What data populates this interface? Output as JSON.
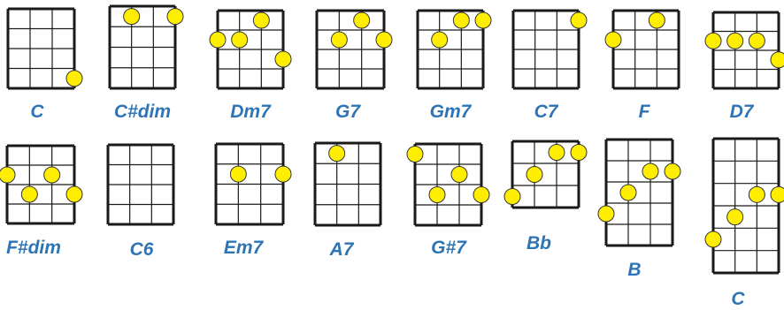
{
  "colors": {
    "grid": "#1a1a1a",
    "dot_fill": "#ffee00",
    "dot_stroke": "#333333",
    "name": "#2e74b5"
  },
  "strings": 4,
  "chords": [
    {
      "name": "C",
      "frets": 4,
      "dots": [
        [
          3,
          3
        ]
      ]
    },
    {
      "name": "C#dim",
      "frets": 4,
      "dots": [
        [
          1,
          0
        ],
        [
          3,
          0
        ]
      ]
    },
    {
      "name": "Dm7",
      "frets": 4,
      "dots": [
        [
          2,
          0
        ],
        [
          0,
          1
        ],
        [
          1,
          1
        ],
        [
          3,
          2
        ]
      ]
    },
    {
      "name": "G7",
      "frets": 4,
      "dots": [
        [
          2,
          0
        ],
        [
          1,
          1
        ],
        [
          3,
          1
        ]
      ]
    },
    {
      "name": "Gm7",
      "frets": 4,
      "dots": [
        [
          2,
          0
        ],
        [
          3,
          0
        ],
        [
          1,
          1
        ]
      ]
    },
    {
      "name": "C7",
      "frets": 4,
      "dots": [
        [
          3,
          0
        ]
      ]
    },
    {
      "name": "F",
      "frets": 4,
      "dots": [
        [
          2,
          0
        ],
        [
          0,
          1
        ]
      ]
    },
    {
      "name": "D7",
      "frets": 4,
      "dots": [
        [
          0,
          1
        ],
        [
          1,
          1
        ],
        [
          2,
          1
        ],
        [
          3,
          2
        ]
      ]
    },
    {
      "name": "F#dim",
      "frets": 4,
      "dots": [
        [
          0,
          1
        ],
        [
          2,
          1
        ],
        [
          1,
          2
        ],
        [
          3,
          2
        ]
      ]
    },
    {
      "name": "C6",
      "frets": 4,
      "dots": []
    },
    {
      "name": "Em7",
      "frets": 4,
      "dots": [
        [
          1,
          1
        ],
        [
          3,
          1
        ]
      ]
    },
    {
      "name": "A7",
      "frets": 4,
      "dots": [
        [
          1,
          0
        ]
      ]
    },
    {
      "name": "G#7",
      "frets": 4,
      "dots": [
        [
          0,
          0
        ],
        [
          2,
          1
        ],
        [
          1,
          2
        ],
        [
          3,
          2
        ]
      ]
    },
    {
      "name": "Bb",
      "frets": 3,
      "dots": [
        [
          2,
          0
        ],
        [
          3,
          0
        ],
        [
          1,
          1
        ],
        [
          0,
          2
        ]
      ]
    },
    {
      "name": "B",
      "frets": 5,
      "dots": [
        [
          2,
          1
        ],
        [
          3,
          1
        ],
        [
          1,
          2
        ],
        [
          0,
          3
        ]
      ]
    },
    {
      "name": "C",
      "frets": 6,
      "dots": [
        [
          2,
          2
        ],
        [
          3,
          2
        ],
        [
          1,
          3
        ],
        [
          0,
          4
        ]
      ]
    }
  ]
}
